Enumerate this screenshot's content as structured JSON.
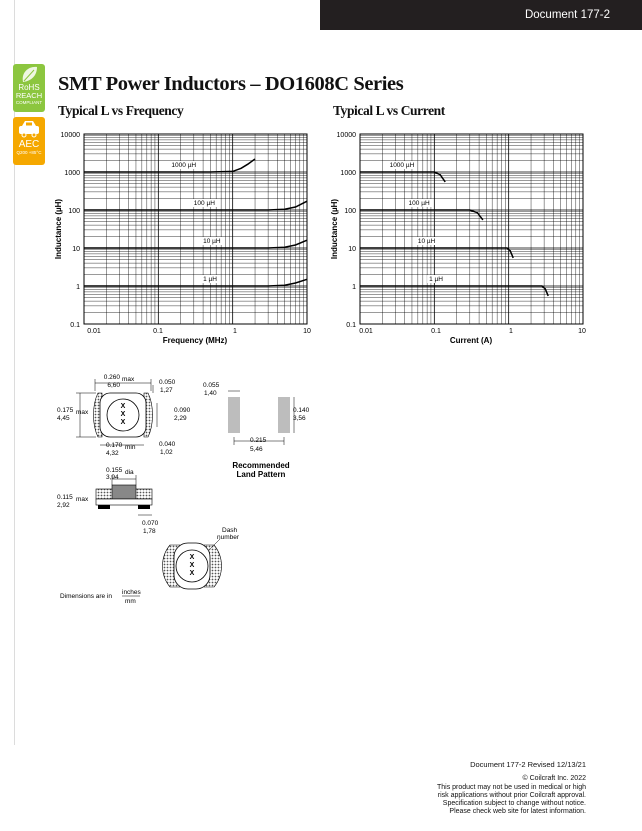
{
  "header": {
    "document_number": "Document 177-2"
  },
  "badges": {
    "rohs": {
      "line1": "RoHS",
      "line2": "REACH",
      "line3": "COMPLIANT"
    },
    "aec": {
      "line1": "AEC",
      "line2": "Q200 +85°C"
    }
  },
  "page_title": "SMT Power Inductors – DO1608C Series",
  "charts": {
    "left": {
      "title": "Typical L vs Frequency",
      "xlabel": "Frequency (MHz)",
      "ylabel": "Inductance (µH)",
      "x_ticks": [
        "0.01",
        "0.1",
        "1",
        "10"
      ],
      "y_ticks": [
        "10000",
        "1000",
        "100",
        "10",
        "1",
        "0.1"
      ]
    },
    "right": {
      "title": "Typical L vs Current",
      "xlabel": "Current (A)",
      "ylabel": "Inductance (µH)",
      "x_ticks": [
        "0.01",
        "0.1",
        "1",
        "10"
      ],
      "y_ticks": [
        "10000",
        "1000",
        "100",
        "10",
        "1",
        "0.1"
      ]
    }
  },
  "chart_data": [
    {
      "type": "line",
      "title": "Typical L vs Frequency",
      "xlabel": "Frequency (MHz)",
      "ylabel": "Inductance (µH)",
      "x_scale": "log",
      "y_scale": "log",
      "xlim": [
        0.01,
        10
      ],
      "ylim": [
        0.1,
        10000
      ],
      "grid": true,
      "series": [
        {
          "name": "1000 µH",
          "x": [
            0.01,
            0.5,
            1,
            1.3,
            1.6,
            2
          ],
          "y": [
            1000,
            1000,
            1040,
            1250,
            1600,
            2200
          ]
        },
        {
          "name": "100 µH",
          "x": [
            0.01,
            3,
            5,
            7,
            10
          ],
          "y": [
            100,
            100,
            105,
            120,
            170
          ]
        },
        {
          "name": "10 µH",
          "x": [
            0.01,
            3,
            5,
            7,
            10
          ],
          "y": [
            10,
            10,
            10.5,
            12,
            16
          ]
        },
        {
          "name": "1 µH",
          "x": [
            0.01,
            3,
            5,
            7,
            10
          ],
          "y": [
            1,
            1,
            1.05,
            1.2,
            1.5
          ]
        }
      ]
    },
    {
      "type": "line",
      "title": "Typical L vs Current",
      "xlabel": "Current (A)",
      "ylabel": "Inductance (µH)",
      "x_scale": "log",
      "y_scale": "log",
      "xlim": [
        0.01,
        10
      ],
      "ylim": [
        0.1,
        10000
      ],
      "grid": true,
      "series": [
        {
          "name": "1000 µH",
          "x": [
            0.01,
            0.1,
            0.12,
            0.14
          ],
          "y": [
            1000,
            1000,
            850,
            550
          ]
        },
        {
          "name": "100 µH",
          "x": [
            0.01,
            0.3,
            0.38,
            0.45
          ],
          "y": [
            100,
            100,
            85,
            55
          ]
        },
        {
          "name": "10 µH",
          "x": [
            0.01,
            0.95,
            1.05,
            1.15
          ],
          "y": [
            10,
            10,
            8.5,
            5.5
          ]
        },
        {
          "name": "1 µH",
          "x": [
            0.01,
            2.8,
            3.1,
            3.4
          ],
          "y": [
            1,
            1,
            0.85,
            0.55
          ]
        }
      ]
    }
  ],
  "dimensions": {
    "top_width_in": "0.260",
    "top_width_max": "max",
    "top_width_mm": "6,60",
    "height_in": "0.175",
    "height_max": "max",
    "height_mm": "4,45",
    "pad_in": "0.050",
    "pad_mm": "1,27",
    "side_in": "0.090",
    "side_mm": "2,29",
    "bottom_in": "0.170",
    "bottom_min": "min",
    "bottom_mm": "4,32",
    "gap_in": "0.040",
    "gap_mm": "1,02",
    "dia_in": "0.155",
    "dia_label": "dia",
    "dia_mm": "3,94",
    "thick_in": "0.115",
    "thick_max": "max",
    "thick_mm": "2,92",
    "term_in": "0.070",
    "term_mm": "1,78",
    "land_w_in": "0.055",
    "land_w_mm": "1,40",
    "land_h_in": "0.140",
    "land_h_mm": "3,56",
    "land_span_in": "0.215",
    "land_span_mm": "5,46",
    "land_caption_1": "Recommended",
    "land_caption_2": "Land Pattern",
    "dash_1": "Dash",
    "dash_2": "number",
    "units_prefix": "Dimensions are in",
    "units_top": "inches",
    "units_bottom": "mm"
  },
  "footer": {
    "doc_line": "Document 177-2   Revised 12/13/21",
    "copyright": "© Coilcraft Inc. 2022",
    "line1": "This product may not be used in medical or high",
    "line2": "risk applications without prior Coilcraft approval.",
    "line3": "Specification subject to change without notice.",
    "line4": "Please check web site for latest information."
  }
}
